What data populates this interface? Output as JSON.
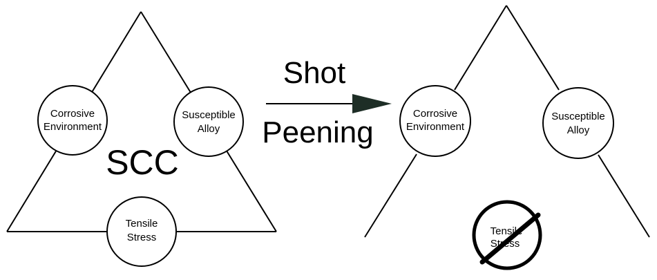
{
  "left": {
    "center_label": "SCC",
    "environment": [
      "Corrosive",
      "Environment"
    ],
    "alloy": [
      "Susceptible",
      "Alloy"
    ],
    "stress": [
      "Tensile",
      "Stress"
    ]
  },
  "process": {
    "line1": "Shot",
    "line2": "Peening"
  },
  "right": {
    "environment": [
      "Corrosive",
      "Environment"
    ],
    "alloy": [
      "Susceptible",
      "Alloy"
    ],
    "stress": [
      "Tensile",
      "Stress"
    ]
  }
}
